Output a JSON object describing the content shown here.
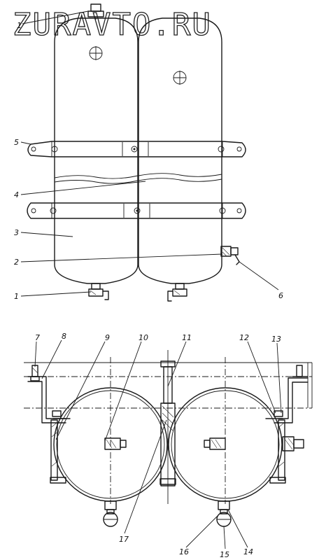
{
  "watermark": "ZURAVTO.RU",
  "callouts": {
    "n1_top": "1",
    "n5": "5",
    "n4": "4",
    "n3": "3",
    "n2": "2",
    "n1_bottom": "1",
    "n6": "6",
    "n7": "7",
    "n8": "8",
    "n9": "9",
    "n10": "10",
    "n11": "11",
    "n12": "12",
    "n13": "13",
    "n17": "17",
    "n16": "16",
    "n15": "15",
    "n14": "14"
  }
}
